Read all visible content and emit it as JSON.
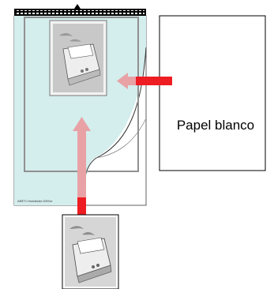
{
  "paper": {
    "label": "Papel blanco"
  },
  "carrier": {
    "footer_text": "AREТ• Hoddecbe f20Sхт"
  },
  "colors": {
    "carrier_fill": "#ccebeb",
    "frame_border": "#808080",
    "arrow_red": "#ee1c23",
    "arrow_pink": "#e8a2a6",
    "stripe_black": "#000000"
  },
  "icons": {
    "scanner_large": "scanner-illustration",
    "scanner_small": "scanner-illustration",
    "top_marker": "triangle-marker"
  }
}
